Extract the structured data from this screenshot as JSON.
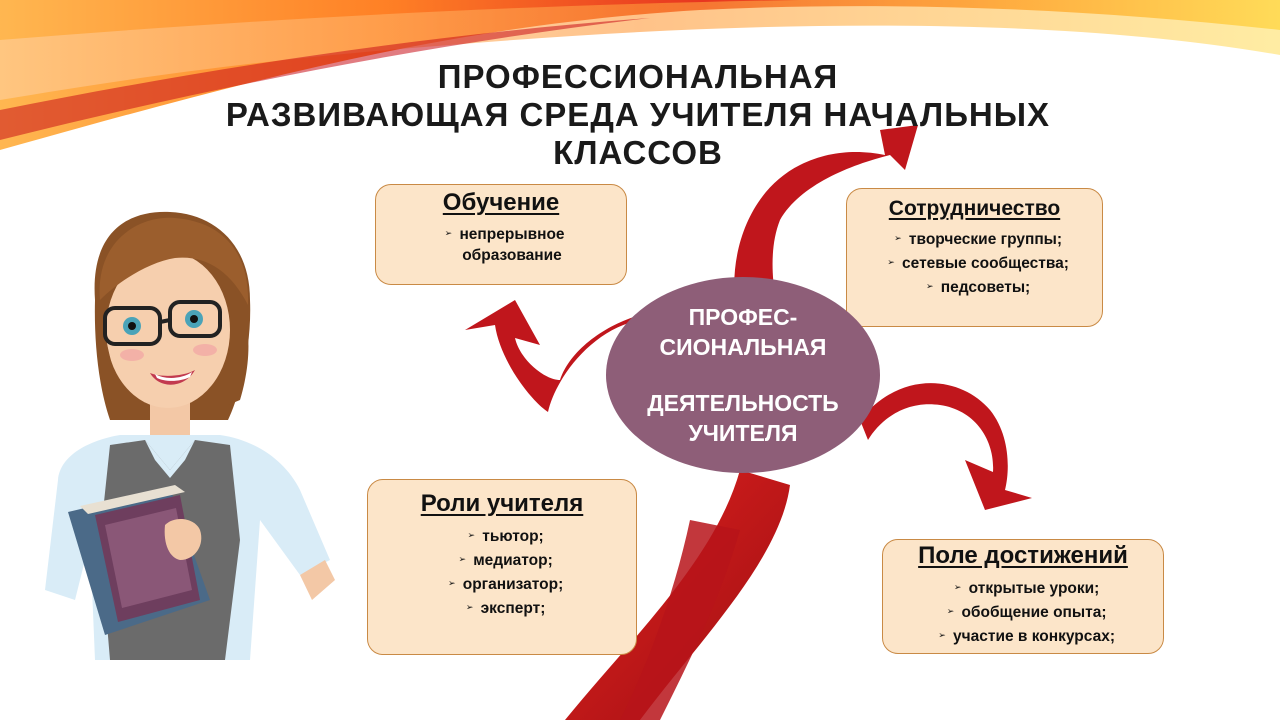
{
  "title": {
    "line1": "ПРОФЕССИОНАЛЬНАЯ",
    "line2": "РАЗВИВАЮЩАЯ СРЕДА УЧИТЕЛЯ НАЧАЛЬНЫХ",
    "line3": "КЛАССОВ"
  },
  "center": {
    "line1": "ПРОФЕС-",
    "line2": "СИОНАЛЬНАЯ",
    "line3": "ДЕЯТЕЛЬНОСТЬ",
    "line4": "УЧИТЕЛЯ"
  },
  "boxes": {
    "learning": {
      "title": "Обучение",
      "items": [
        "непрерывное",
        "образование"
      ]
    },
    "cooperation": {
      "title": "Сотрудничество",
      "items": [
        "творческие группы;",
        "сетевые сообщества;",
        "педсоветы;"
      ]
    },
    "roles": {
      "title": "Роли учителя",
      "items": [
        "тьютор;",
        "медиатор;",
        "организатор;",
        "эксперт;"
      ]
    },
    "achievements": {
      "title": "Поле достижений",
      "items": [
        "открытые уроки;",
        "обобщение опыта;",
        "участие в конкурсах;"
      ]
    }
  },
  "colors": {
    "box_fill": "#fce5c9",
    "box_border": "#c98a45",
    "center_fill": "#8e5e78",
    "arrow_red": "#c0161c"
  }
}
